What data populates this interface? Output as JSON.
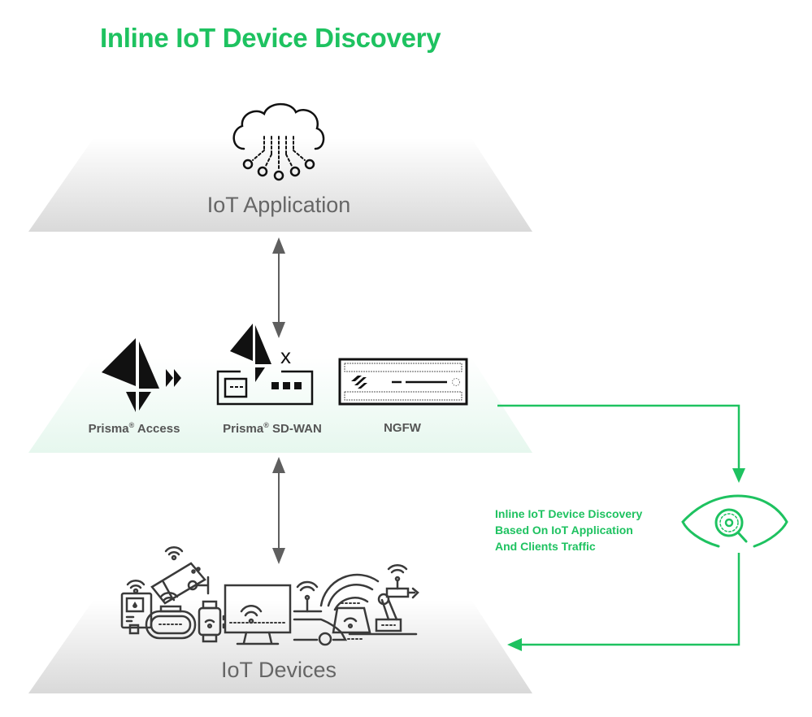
{
  "title": "Inline IoT Device Discovery",
  "colors": {
    "accent": "#1ec260",
    "arrow_gray": "#5f5f5f",
    "layer_text": "#666666",
    "icon_dark": "#3a3a3a"
  },
  "layers": {
    "top": {
      "label": "IoT Application",
      "icon": "cloud-network-icon"
    },
    "middle": {
      "products": [
        {
          "name": "Prisma",
          "reg": "®",
          "suffix": " Access",
          "icon": "prisma-access-icon"
        },
        {
          "name": "Prisma",
          "reg": "®",
          "suffix": " SD-WAN",
          "icon": "prisma-sdwan-icon"
        },
        {
          "name": "NGFW",
          "reg": "",
          "suffix": "",
          "icon": "ngfw-appliance-icon"
        }
      ]
    },
    "bottom": {
      "label": "IoT Devices",
      "devices": [
        "medical-monitor-icon",
        "security-camera-icon",
        "smart-pill-icon",
        "smartwatch-icon",
        "smart-tv-icon",
        "connected-car-icon",
        "mri-scanner-icon",
        "robotic-arm-icon"
      ]
    }
  },
  "discovery": {
    "lines": [
      "Inline IoT Device Discovery",
      "Based On IoT Application",
      "And Clients Traffic"
    ],
    "icon": "eye-magnifier-icon"
  }
}
